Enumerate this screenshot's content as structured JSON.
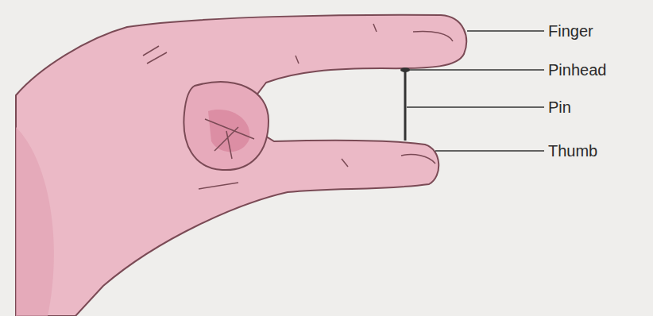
{
  "diagram": {
    "labels": [
      "Finger",
      "Pinhead",
      "Pin",
      "Thumb"
    ]
  }
}
